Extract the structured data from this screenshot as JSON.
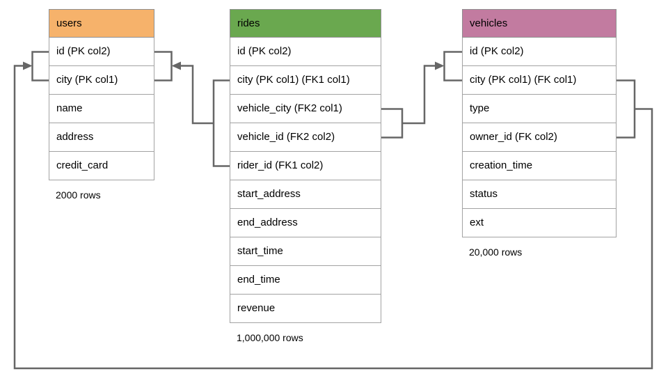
{
  "diagram": {
    "tables": [
      {
        "name": "users",
        "header_color": "#f6b26b",
        "columns": [
          "id (PK col2)",
          "city (PK col1)",
          "name",
          "address",
          "credit_card"
        ],
        "row_count": "2000 rows"
      },
      {
        "name": "rides",
        "header_color": "#6aa84f",
        "columns": [
          "id (PK col2)",
          "city (PK col1) (FK1 col1)",
          "vehicle_city (FK2 col1)",
          "vehicle_id (FK2 col2)",
          "rider_id (FK1 col2)",
          "start_address",
          "end_address",
          "start_time",
          "end_time",
          "revenue"
        ],
        "row_count": "1,000,000 rows"
      },
      {
        "name": "vehicles",
        "header_color": "#c27ba0",
        "columns": [
          "id (PK col2)",
          "city (PK col1) (FK col1)",
          "type",
          "owner_id (FK col2)",
          "creation_time",
          "status",
          "ext"
        ],
        "row_count": "20,000 rows"
      }
    ],
    "relationships": [
      {
        "from": "rides (city, rider_id) FK1",
        "to": "users (city, id) PK"
      },
      {
        "from": "rides (vehicle_city, vehicle_id) FK2",
        "to": "vehicles (city, id) PK"
      },
      {
        "from": "vehicles (city, owner_id) FK",
        "to": "users (city, id) PK"
      }
    ],
    "colors": {
      "line": "#666666",
      "table_border": "#a2a2a2"
    }
  }
}
